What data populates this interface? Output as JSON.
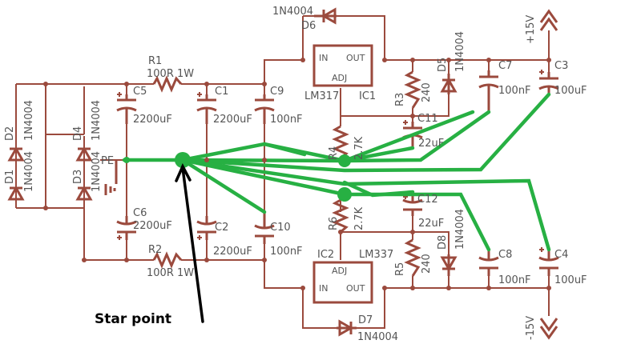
{
  "components": {
    "d1": {
      "ref": "D1",
      "value": "1N4004"
    },
    "d2": {
      "ref": "D2",
      "value": "1N4004"
    },
    "d3": {
      "ref": "D3",
      "value": "1N4004"
    },
    "d4": {
      "ref": "D4",
      "value": "1N4004"
    },
    "d5": {
      "ref": "D5",
      "value": "1N4004"
    },
    "d6": {
      "ref": "D6",
      "value": "1N4004"
    },
    "d7": {
      "ref": "D7",
      "value": "1N4004"
    },
    "d8": {
      "ref": "D8",
      "value": "1N4004"
    },
    "r1": {
      "ref": "R1",
      "value": "100R 1W"
    },
    "r2": {
      "ref": "R2",
      "value": "100R 1W"
    },
    "r3": {
      "ref": "R3",
      "value": "240"
    },
    "r4": {
      "ref": "R4",
      "value": "2.7K"
    },
    "r5": {
      "ref": "R5",
      "value": "240"
    },
    "r6": {
      "ref": "R6",
      "value": "2.7K"
    },
    "c1": {
      "ref": "C1",
      "value": "2200uF"
    },
    "c2": {
      "ref": "C2",
      "value": "2200uF"
    },
    "c3": {
      "ref": "C3",
      "value": "100uF"
    },
    "c4": {
      "ref": "C4",
      "value": "100uF"
    },
    "c5": {
      "ref": "C5",
      "value": "2200uF"
    },
    "c6": {
      "ref": "C6",
      "value": "2200uF"
    },
    "c7": {
      "ref": "C7",
      "value": "100nF"
    },
    "c8": {
      "ref": "C8",
      "value": "100nF"
    },
    "c9": {
      "ref": "C9",
      "value": "100nF"
    },
    "c10": {
      "ref": "C10",
      "value": "100nF"
    },
    "c11": {
      "ref": "C11",
      "value": "22uF"
    },
    "c12": {
      "ref": "C12",
      "value": "22uF"
    },
    "ic1": {
      "ref": "IC1",
      "value": "LM317",
      "pin_in": "IN",
      "pin_out": "OUT",
      "pin_adj": "ADJ"
    },
    "ic2": {
      "ref": "IC2",
      "value": "LM337",
      "pin_in": "IN",
      "pin_out": "OUT",
      "pin_adj": "ADJ"
    }
  },
  "supplies": {
    "positive": "+15V",
    "negative": "-15V"
  },
  "ground_label": "PE",
  "annotation": "Star  point",
  "colors": {
    "wire": "#9b4a3d",
    "ground_wires": "#27b043",
    "annotation": "#000000"
  }
}
